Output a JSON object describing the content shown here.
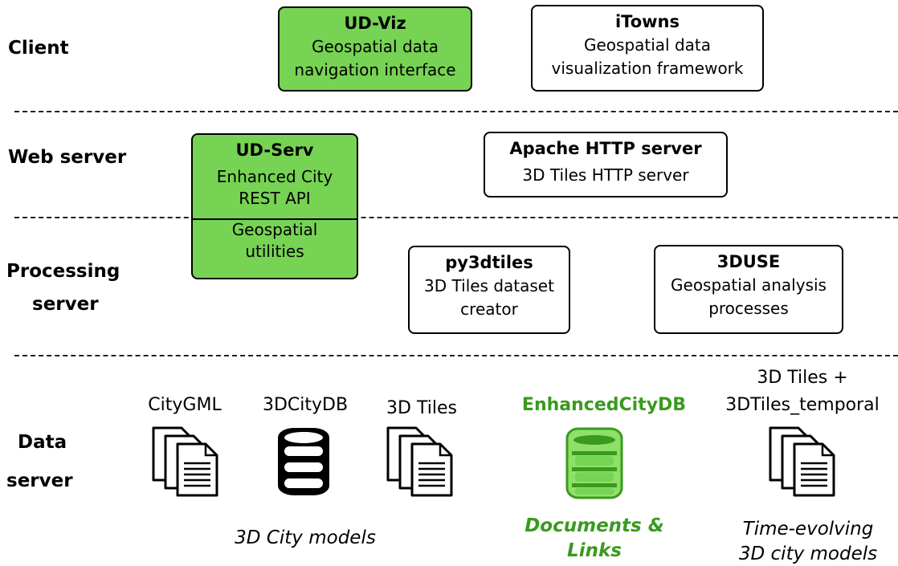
{
  "layers": {
    "client": "Client",
    "web_server": "Web server",
    "processing_server_line1": "Processing",
    "processing_server_line2": "server",
    "data_server_line1": "Data",
    "data_server_line2": "server"
  },
  "components": {
    "ud_viz": {
      "title": "UD-Viz",
      "line1": "Geospatial data",
      "line2": "navigation interface"
    },
    "itowns": {
      "title": "iTowns",
      "line1": "Geospatial data",
      "line2": "visualization framework"
    },
    "ud_serv": {
      "title": "UD-Serv",
      "line1": "Enhanced City",
      "line2": "REST API",
      "line3": "Geospatial",
      "line4": "utilities"
    },
    "apache": {
      "title": "Apache HTTP server",
      "line1": "3D Tiles HTTP server"
    },
    "py3dtiles": {
      "title": "py3dtiles",
      "line1": "3D Tiles dataset",
      "line2": "creator"
    },
    "threeduse": {
      "title": "3DUSE",
      "line1": "Geospatial analysis",
      "line2": "processes"
    }
  },
  "data_items": {
    "citygml": {
      "label": "CityGML",
      "icon": "documents-icon"
    },
    "threedcitydb": {
      "label": "3DCityDB",
      "icon": "database-icon"
    },
    "threedtiles": {
      "label": "3D Tiles",
      "icon": "documents-icon"
    },
    "enhancedcitydb": {
      "label": "EnhancedCityDB",
      "icon": "database-icon",
      "color": "#3a9a1e"
    },
    "temporal": {
      "label_line1": "3D Tiles +",
      "label_line2": "3DTiles_temporal",
      "icon": "documents-icon"
    }
  },
  "captions": {
    "city_models": "3D City models",
    "documents_line1": "Documents &",
    "documents_line2": "Links",
    "time_line1": "Time-evolving",
    "time_line2": "3D city models"
  },
  "colors": {
    "green_box": "#77d353",
    "green_text": "#3a9a1e"
  }
}
